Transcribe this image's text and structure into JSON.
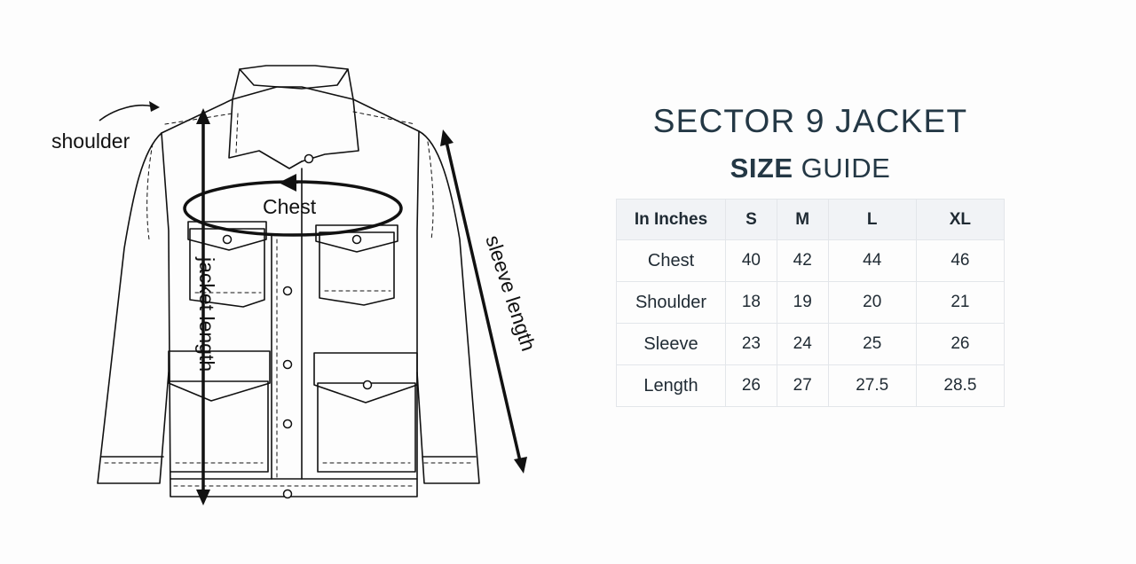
{
  "illustration": {
    "labels": {
      "shoulder": "shoulder",
      "chest": "Chest",
      "jacket_length": "jacket length",
      "sleeve_length": "sleeve length"
    }
  },
  "guide": {
    "title": "SECTOR 9 JACKET",
    "subtitle_bold": "SIZE",
    "subtitle_rest": "GUIDE",
    "table": {
      "header_label": "In Inches",
      "sizes": [
        "S",
        "M",
        "L",
        "XL"
      ],
      "rows": [
        {
          "label": "Chest",
          "values": [
            "40",
            "42",
            "44",
            "46"
          ]
        },
        {
          "label": "Shoulder",
          "values": [
            "18",
            "19",
            "20",
            "21"
          ]
        },
        {
          "label": "Sleeve",
          "values": [
            "23",
            "24",
            "25",
            "26"
          ]
        },
        {
          "label": "Length",
          "values": [
            "26",
            "27",
            "27.5",
            "28.5"
          ]
        }
      ]
    }
  },
  "colors": {
    "heading": "#243845",
    "line": "#111111",
    "table_header_bg": "#f1f3f6",
    "table_border": "#e3e6ea"
  }
}
